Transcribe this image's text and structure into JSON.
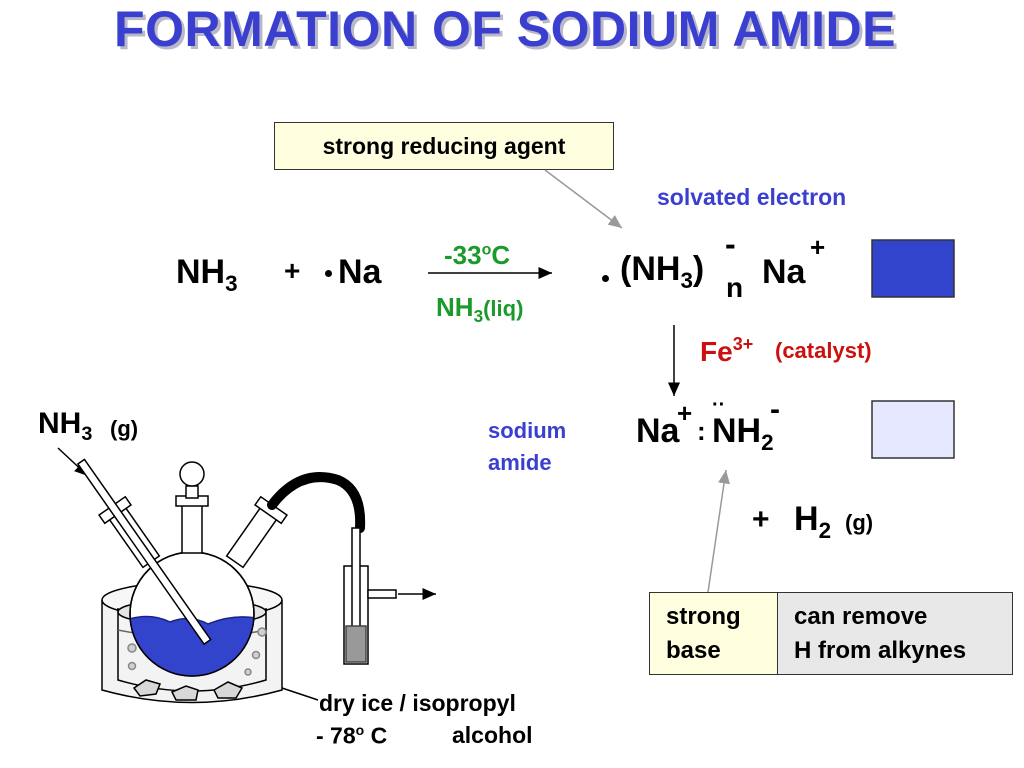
{
  "title": "FORMATION OF SODIUM AMIDE",
  "labels": {
    "reducing_agent": "strong reducing agent",
    "solvated_electron": "solvated electron",
    "sodium_amide_1": "sodium",
    "sodium_amide_2": "amide",
    "strong_base_1": "strong",
    "strong_base_2": "base",
    "can_remove_1": "can remove",
    "can_remove_2": "H from alkynes",
    "dry_ice_1": "dry ice / isopropyl",
    "dry_ice_2": "- 78",
    "dry_ice_2_sup": "o",
    "dry_ice_2_unit": " C",
    "dry_ice_3": "alcohol"
  },
  "reaction": {
    "reactant1": "NH",
    "reactant1_sub": "3",
    "plus": "+",
    "reactant2": "Na",
    "temp": "-33",
    "temp_sup": "o",
    "temp_unit": "C",
    "solvent": "NH",
    "solvent_sub": "3",
    "solvent_phase": "(liq)",
    "product_open": "(NH",
    "product_sub": "3",
    "product_close": ")",
    "product_minus": "-",
    "product_n": "n",
    "product_na": "Na",
    "product_plus": "+",
    "catalyst_fe": "Fe",
    "catalyst_charge": "3+",
    "catalyst_label": "(catalyst)",
    "amide_na": "Na",
    "amide_na_charge": "+",
    "amide_colon": ":",
    "amide_dots": "··",
    "amide_nh": "NH",
    "amide_sub": "2",
    "amide_minus": "-",
    "h2_plus": "+",
    "h2": "H",
    "h2_sub": "2",
    "h2_phase": "(g)"
  },
  "apparatus": {
    "gas_in": "NH",
    "gas_in_sub": "3",
    "gas_in_phase": "(g)"
  },
  "colors": {
    "title": "#3a3fd0",
    "solution_dark": "#3344cc",
    "solution_light": "#e6e8ff",
    "green": "#1a9a2a",
    "red": "#cc1010",
    "box_yellow": "#ffffe0",
    "box_gray": "#e8e8e8"
  }
}
